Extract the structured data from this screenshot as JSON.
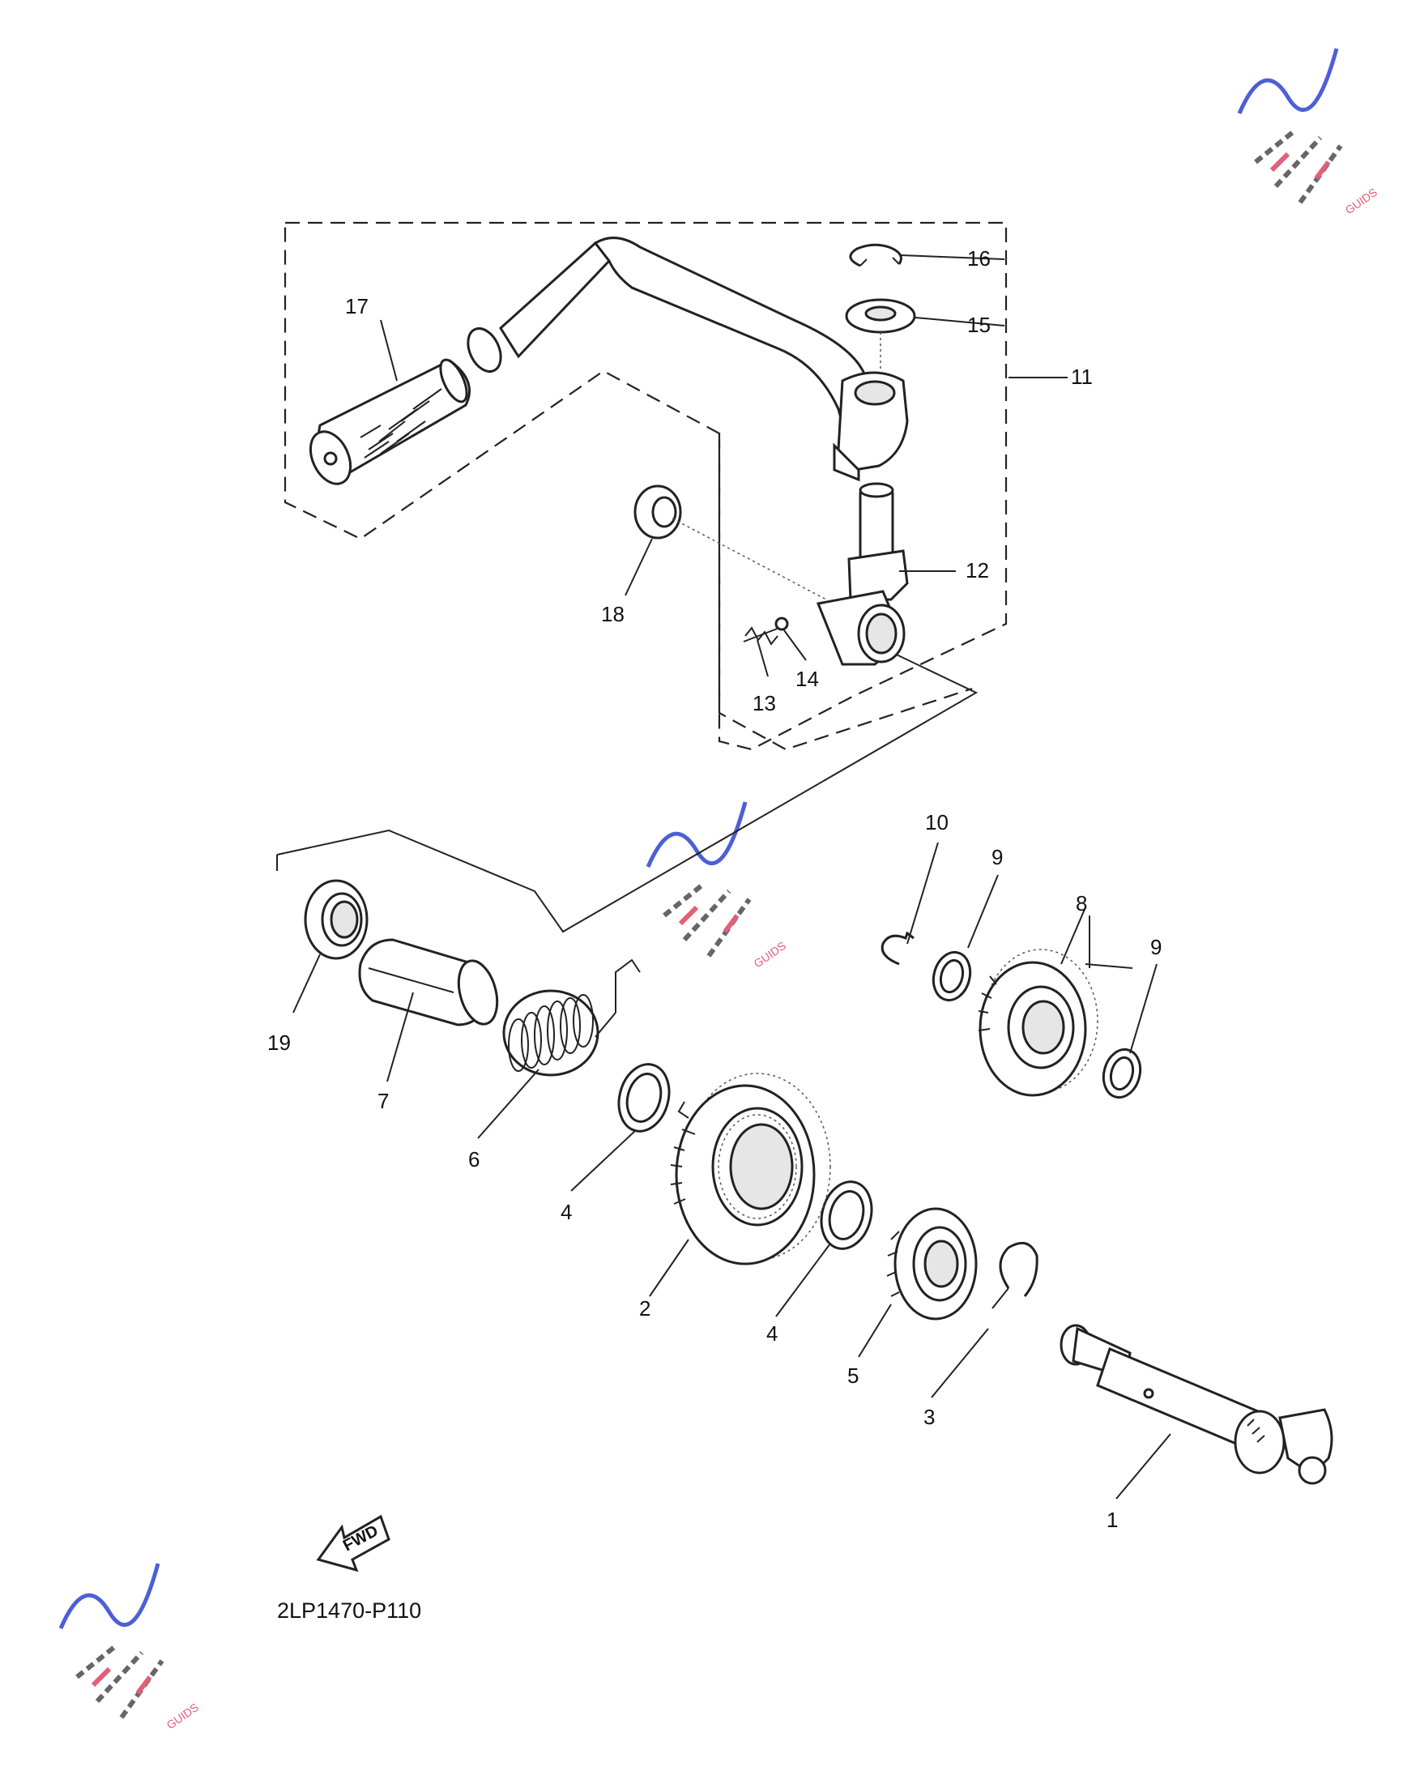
{
  "diagram_code": "2LP1470-P110",
  "fwd_label": "FWD",
  "watermark_text": "GUIDS",
  "callouts": {
    "c1": "1",
    "c2": "2",
    "c3": "3",
    "c4a": "4",
    "c4b": "4",
    "c5": "5",
    "c6": "6",
    "c7": "7",
    "c8": "8",
    "c9a": "9",
    "c9b": "9",
    "c10": "10",
    "c11": "11",
    "c12": "12",
    "c13": "13",
    "c14": "14",
    "c15": "15",
    "c16": "16",
    "c17": "17",
    "c18": "18",
    "c19": "19"
  },
  "colors": {
    "line": "#222222",
    "watermark_blue": "#4d5fd6",
    "watermark_pink": "#e0607a",
    "watermark_gray": "#666666"
  }
}
